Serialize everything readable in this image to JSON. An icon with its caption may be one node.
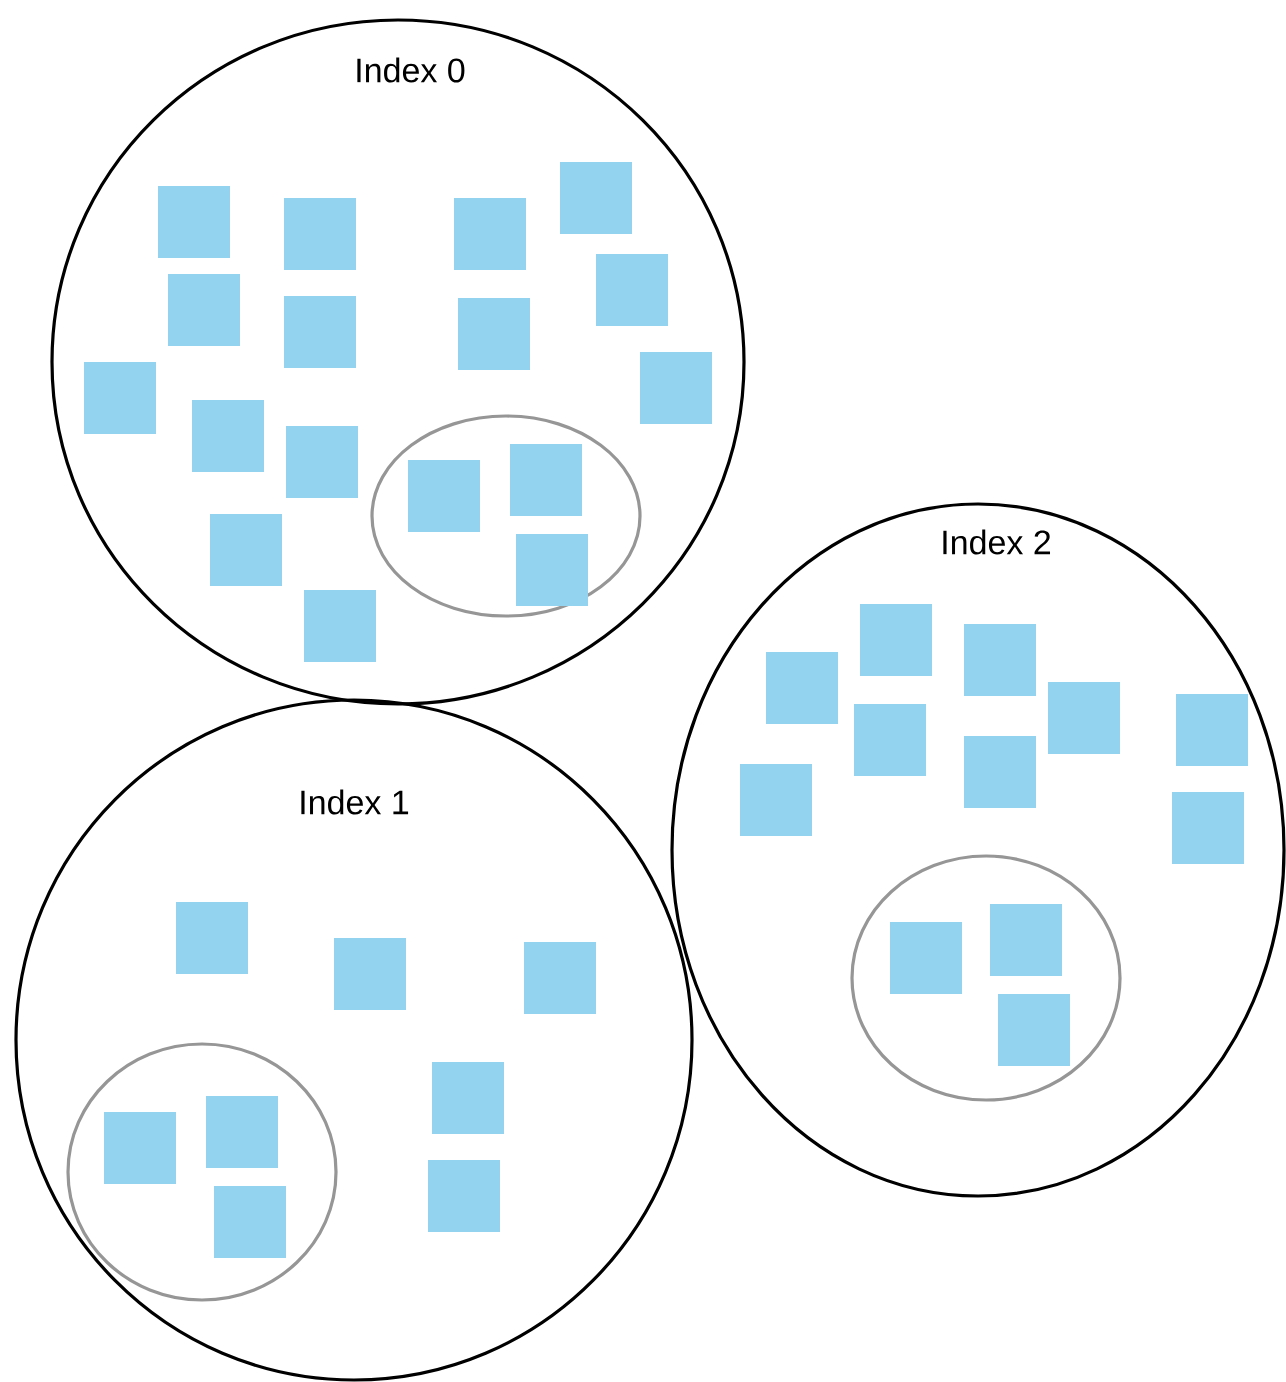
{
  "diagram": {
    "nodes": [
      {
        "text": [
          "Index 0"
        ]
      },
      {
        "text": [],
        "shape": "circle",
        "in": 0
      },
      {
        "text": [
          "Index 1"
        ]
      },
      {
        "text": [],
        "shape": "circle",
        "in": 2
      },
      {
        "text": [
          "Index 2"
        ]
      },
      {
        "text": [],
        "shape": "circle",
        "in": 4
      }
    ]
  }
}
